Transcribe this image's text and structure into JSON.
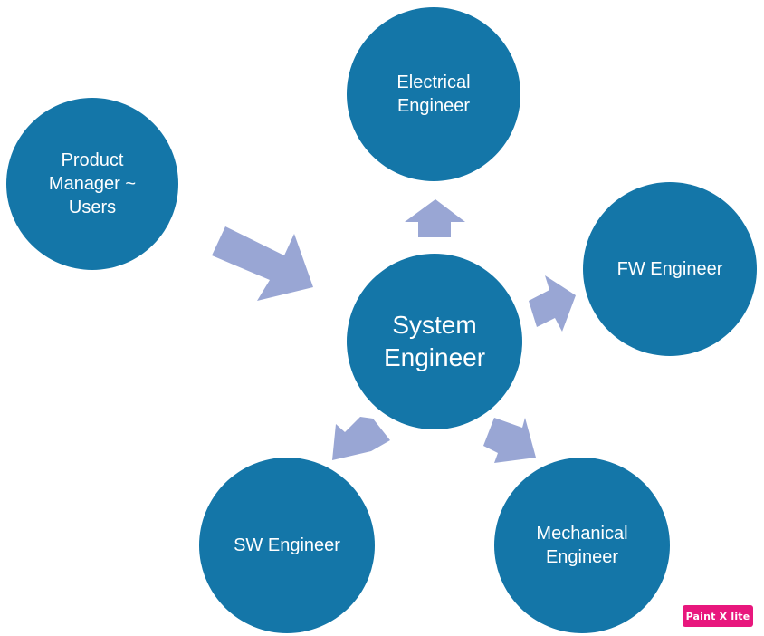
{
  "colors": {
    "node_fill": "#1476a8",
    "arrow_fill": "#99a6d4",
    "text": "#ffffff",
    "watermark_bg": "#e8177d"
  },
  "nodes": {
    "product_manager": "Product\nManager ~\nUsers",
    "electrical_engineer": "Electrical\nEngineer",
    "fw_engineer": "FW Engineer",
    "system_engineer": "System\nEngineer",
    "sw_engineer": "SW Engineer",
    "mechanical_engineer": "Mechanical\nEngineer"
  },
  "watermark": "Paint X lite"
}
